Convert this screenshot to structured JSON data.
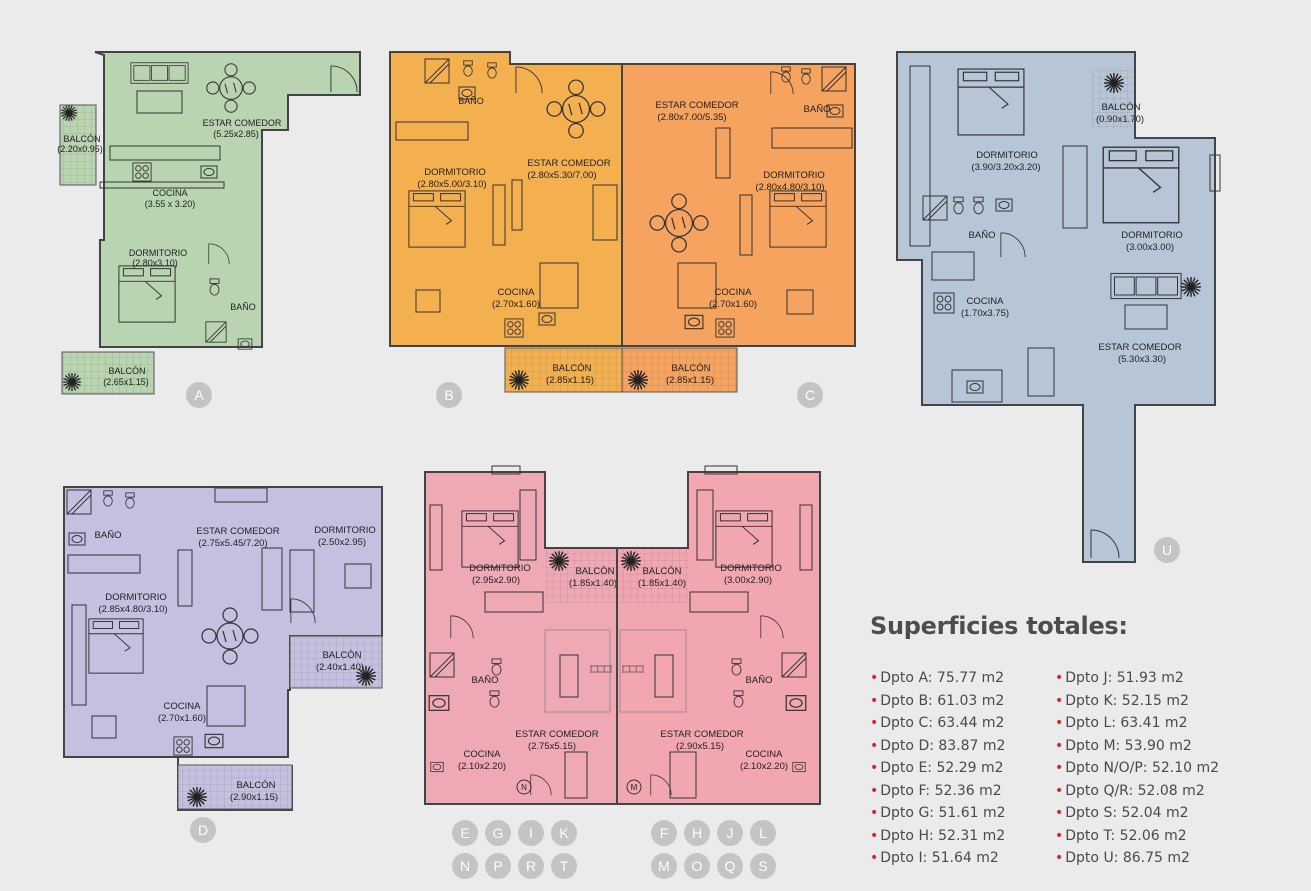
{
  "colors": {
    "green": "#b9d4b1",
    "orange_b": "#f4b04f",
    "orange_c": "#f6a35f",
    "blue": "#b7c6d6",
    "purple": "#c6c0e0",
    "pink": "#eea9b5",
    "badge": "#c4c4c4",
    "bullet": "#d8232a",
    "title": "#4d4d4d"
  },
  "icons": {
    "tree": "tree-icon",
    "table": "dining-table-icon",
    "bed": "bed-icon",
    "sofa": "sofa-icon",
    "toilet": "toilet-icon",
    "sink": "sink-icon",
    "stove": "stove-icon",
    "shower": "shower-icon",
    "door": "door-swing-icon"
  },
  "plans": {
    "A": {
      "badge": "A",
      "rooms": [
        "ESTAR COMEDOR",
        "(5.25x2.85)",
        "BALCÓN",
        "(2.20x0.95)",
        "COCINA",
        "(3.55 x 3.20)",
        "DORMITORIO",
        "(2.80x3.10)",
        "BAÑO",
        "BALCÓN",
        "(2.65x1.15)"
      ]
    },
    "B": {
      "badge": "B",
      "rooms": [
        "BAÑO",
        "DORMITORIO",
        "(2.80x5.00/3.10)",
        "ESTAR COMEDOR",
        "(2.80x5.30/7.00)",
        "COCINA",
        "(2.70x1.60)",
        "BALCÓN",
        "(2.85x1.15)"
      ]
    },
    "C": {
      "badge": "C",
      "rooms": [
        "ESTAR COMEDOR",
        "(2.80x7.00/5.35)",
        "BAÑO",
        "DORMITORIO",
        "(2.80x4.80/3.10)",
        "COCINA",
        "(2.70x1.60)",
        "BALCÓN",
        "(2.85x1.15)"
      ]
    },
    "U": {
      "badge": "U",
      "rooms": [
        "BALCÓN",
        "(0.90x1.70)",
        "DORMITORIO",
        "(3.90/3.20x3.20)",
        "BAÑO",
        "DORMITORIO",
        "(3.00x3.00)",
        "COCINA",
        "(1.70x3.75)",
        "ESTAR COMEDOR",
        "(5.30x3.30)"
      ]
    },
    "D": {
      "badge": "D",
      "rooms": [
        "BAÑO",
        "ESTAR COMEDOR",
        "(2.75x5.45/7.20)",
        "DORMITORIO",
        "(2.50x2.95)",
        "DORMITORIO",
        "(2.85x4.80/3.10)",
        "BALCÓN",
        "(2.40x1.40)",
        "COCINA",
        "(2.70x1.60)",
        "BALCÓN",
        "(2.90x1.15)"
      ]
    },
    "E": {
      "rooms": [
        "DORMITORIO",
        "(2.95x2.90)",
        "BALCÓN",
        "(1.85x1.40)",
        "BAÑO",
        "ESTAR COMEDOR",
        "(2.75x5.15)",
        "COCINA",
        "(2.10x2.20)",
        "N"
      ]
    },
    "F": {
      "rooms": [
        "BALCÓN",
        "(1.85x1.40)",
        "DORMITORIO",
        "(3.00x2.90)",
        "BAÑO",
        "ESTAR COMEDOR",
        "(2.90x5.15)",
        "COCINA",
        "(2.10x2.20)",
        "M"
      ]
    }
  },
  "badges_left": {
    "row1": [
      "E",
      "G",
      "I",
      "K"
    ],
    "row2": [
      "N",
      "P",
      "R",
      "T"
    ]
  },
  "badges_right": {
    "row1": [
      "F",
      "H",
      "J",
      "L"
    ],
    "row2": [
      "M",
      "O",
      "Q",
      "S"
    ]
  },
  "summary": {
    "title": "Superficies totales:",
    "col1": [
      "Dpto A: 75.77 m2",
      "Dpto B: 61.03 m2",
      "Dpto C: 63.44 m2",
      "Dpto D: 83.87 m2",
      "Dpto E: 52.29 m2",
      "Dpto F: 52.36 m2",
      "Dpto G: 51.61 m2",
      "Dpto H: 52.31 m2",
      "Dpto I: 51.64 m2"
    ],
    "col2": [
      "Dpto J: 51.93 m2",
      "Dpto K: 52.15 m2",
      "Dpto L: 63.41 m2",
      "Dpto M: 53.90 m2",
      "Dpto N/O/P: 52.10 m2",
      "Dpto Q/R: 52.08 m2",
      "Dpto S: 52.04 m2",
      "Dpto T: 52.06 m2",
      "Dpto U: 86.75 m2"
    ]
  }
}
